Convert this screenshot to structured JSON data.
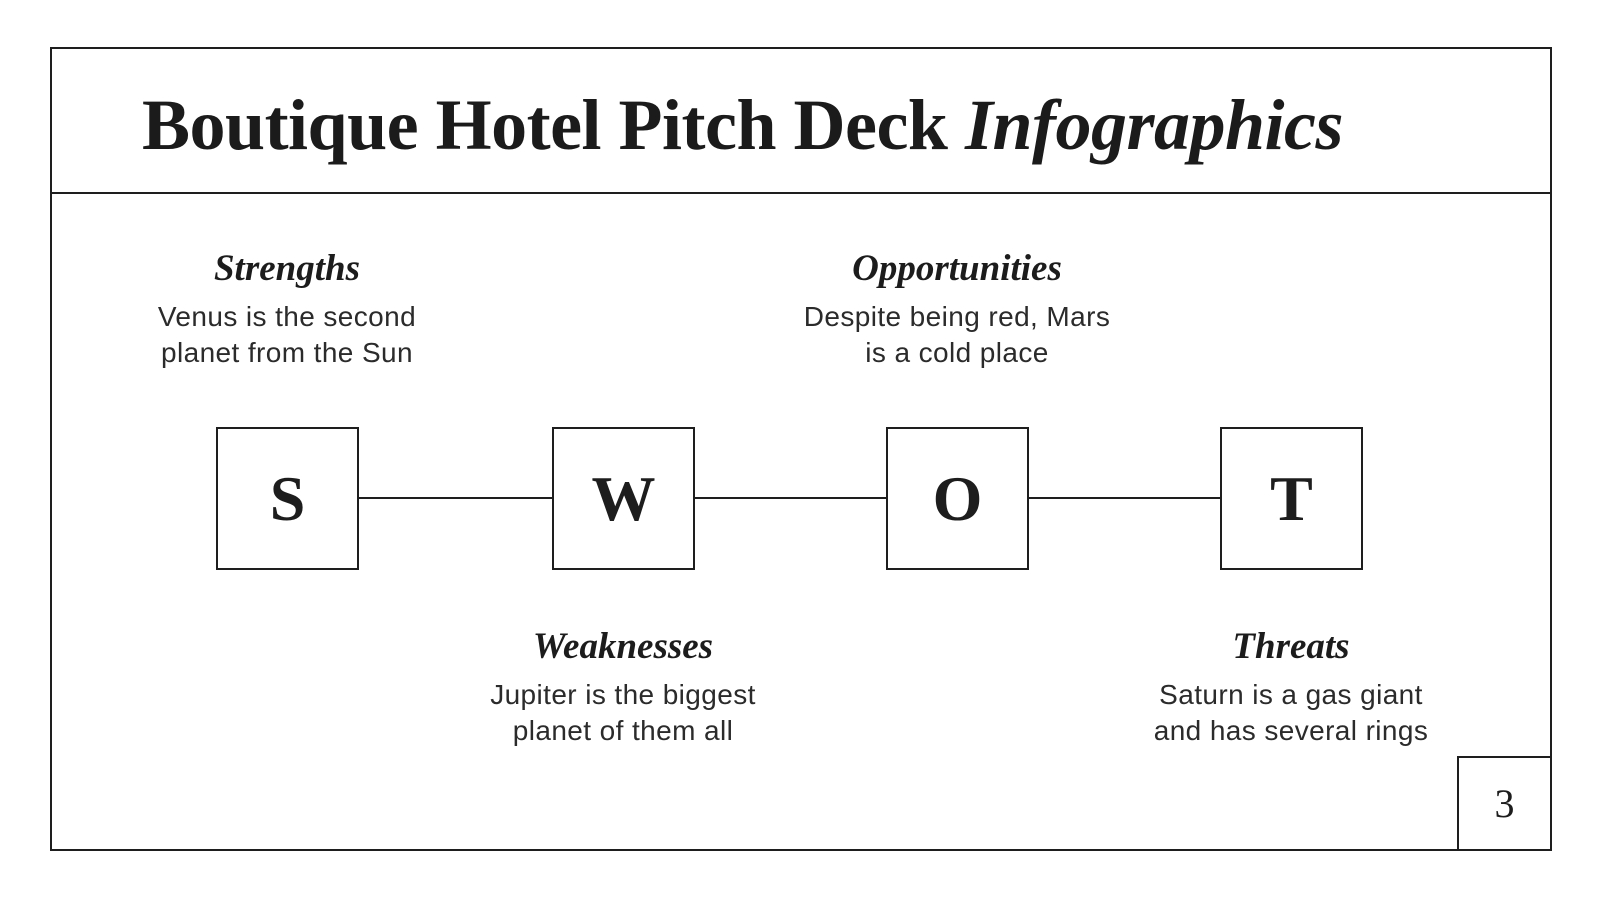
{
  "title": {
    "main": "Boutique Hotel Pitch Deck",
    "emphasis": "Infographics"
  },
  "page_number": "3",
  "swot": {
    "strengths": {
      "letter": "S",
      "heading": "Strengths",
      "line1": "Venus is the second",
      "line2": "planet from the Sun"
    },
    "weaknesses": {
      "letter": "W",
      "heading": "Weaknesses",
      "line1": "Jupiter is the biggest",
      "line2": "planet of them all"
    },
    "opportunities": {
      "letter": "O",
      "heading": "Opportunities",
      "line1": "Despite being red, Mars",
      "line2": "is a cold place"
    },
    "threats": {
      "letter": "T",
      "heading": "Threats",
      "line1": "Saturn is a gas giant",
      "line2": "and has several rings"
    }
  },
  "colors": {
    "background": "#ffffff",
    "ink": "#1e1e1e",
    "body_text": "#2b2b2b"
  }
}
